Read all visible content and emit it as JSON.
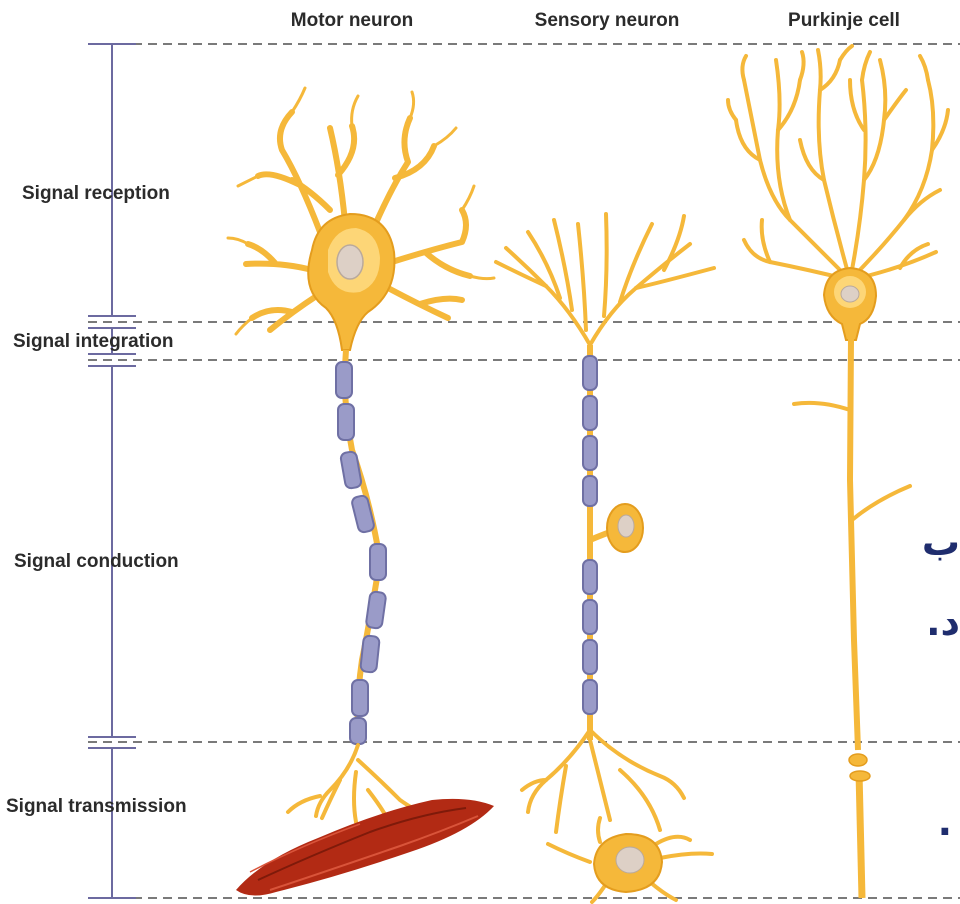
{
  "columns": {
    "motor": "Motor neuron",
    "sensory": "Sensory neuron",
    "purkinje": "Purkinje cell"
  },
  "stages": {
    "reception": "Signal reception",
    "integration": "Signal integration",
    "conduction": "Signal conduction",
    "transmission": "Signal transmission"
  },
  "overlay_text": {
    "line1": "ب",
    "line2": "د.",
    "line3": "."
  },
  "colors": {
    "neuron": "#f5b83a",
    "neuron_light": "#fdd677",
    "myelin": "#9a9bc8",
    "myelin_edge": "#6f70a4",
    "nucleus": "#ddd0c6",
    "muscle": "#b22a14",
    "guide": "#6c6aa0",
    "dash": "#7a7a7a",
    "overlay": "#1f2d6e"
  }
}
